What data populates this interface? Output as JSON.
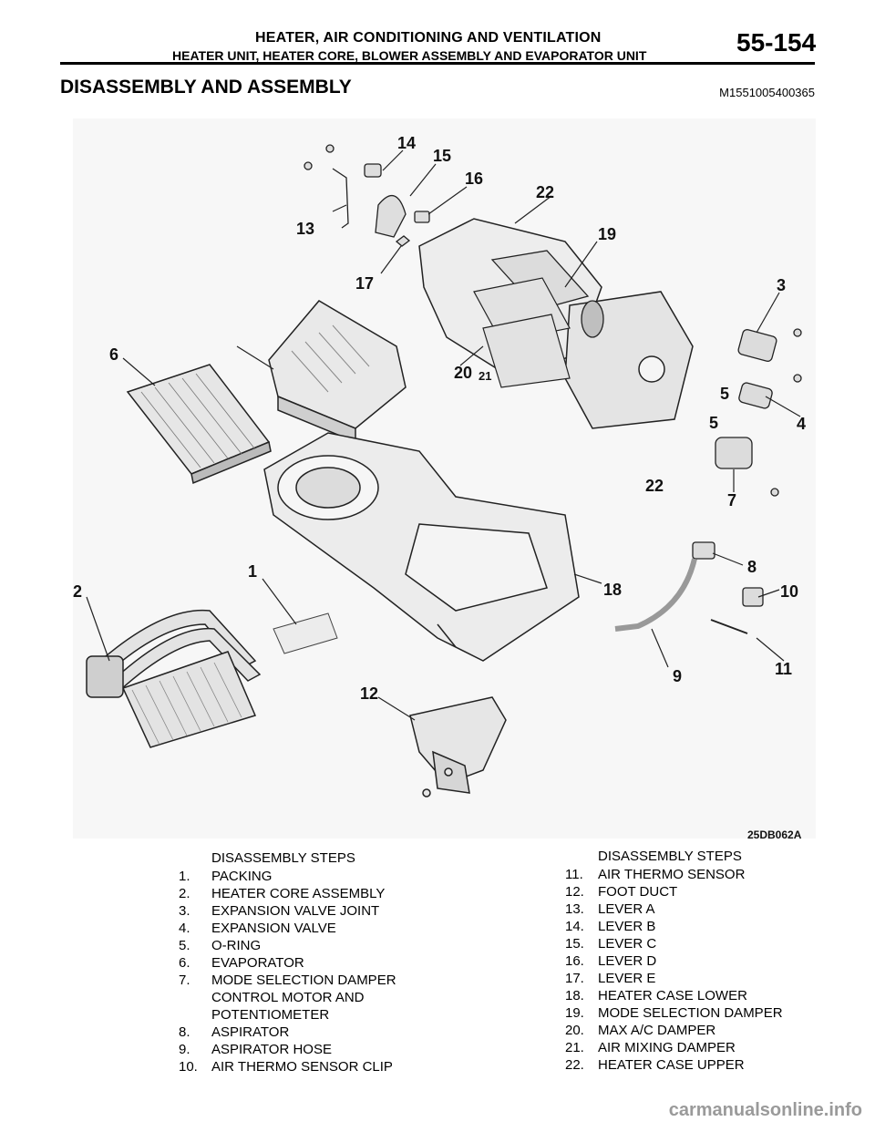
{
  "header": {
    "title": "HEATER, AIR CONDITIONING AND VENTILATION",
    "subtitle": "HEATER UNIT, HEATER CORE, BLOWER ASSEMBLY AND EVAPORATOR UNIT",
    "page_number": "55-154"
  },
  "section": {
    "title": "DISASSEMBLY AND ASSEMBLY",
    "code": "M1551005400365"
  },
  "figure": {
    "code": "25DB062A",
    "callouts": [
      "1",
      "2",
      "3",
      "4",
      "5",
      "5",
      "6",
      "7",
      "8",
      "9",
      "10",
      "11",
      "12",
      "13",
      "14",
      "15",
      "16",
      "17",
      "18",
      "19",
      "20",
      "21",
      "22",
      "22"
    ]
  },
  "steps_left": {
    "heading": "DISASSEMBLY STEPS",
    "items": [
      {
        "num": "1.",
        "text": "PACKING"
      },
      {
        "num": "2.",
        "text": "HEATER CORE ASSEMBLY"
      },
      {
        "num": "3.",
        "text": "EXPANSION VALVE JOINT"
      },
      {
        "num": "4.",
        "text": "EXPANSION VALVE"
      },
      {
        "num": "5.",
        "text": "O-RING"
      },
      {
        "num": "6.",
        "text": "EVAPORATOR"
      },
      {
        "num": "7.",
        "text": "MODE SELECTION DAMPER CONTROL MOTOR AND POTENTIOMETER"
      },
      {
        "num": "8.",
        "text": "ASPIRATOR"
      },
      {
        "num": "9.",
        "text": "ASPIRATOR HOSE"
      },
      {
        "num": "10.",
        "text": "AIR THERMO SENSOR CLIP"
      }
    ]
  },
  "steps_right": {
    "heading": "DISASSEMBLY STEPS",
    "items": [
      {
        "num": "11.",
        "text": "AIR THERMO SENSOR"
      },
      {
        "num": "12.",
        "text": "FOOT DUCT"
      },
      {
        "num": "13.",
        "text": "LEVER A"
      },
      {
        "num": "14.",
        "text": "LEVER B"
      },
      {
        "num": "15.",
        "text": "LEVER C"
      },
      {
        "num": "16.",
        "text": "LEVER D"
      },
      {
        "num": "17.",
        "text": "LEVER E"
      },
      {
        "num": "18.",
        "text": "HEATER CASE LOWER"
      },
      {
        "num": "19.",
        "text": "MODE SELECTION DAMPER"
      },
      {
        "num": "20.",
        "text": "MAX A/C DAMPER"
      },
      {
        "num": "21.",
        "text": "AIR MIXING DAMPER"
      },
      {
        "num": "22.",
        "text": "HEATER CASE UPPER"
      }
    ]
  },
  "watermark": "carmanualsonline.info"
}
